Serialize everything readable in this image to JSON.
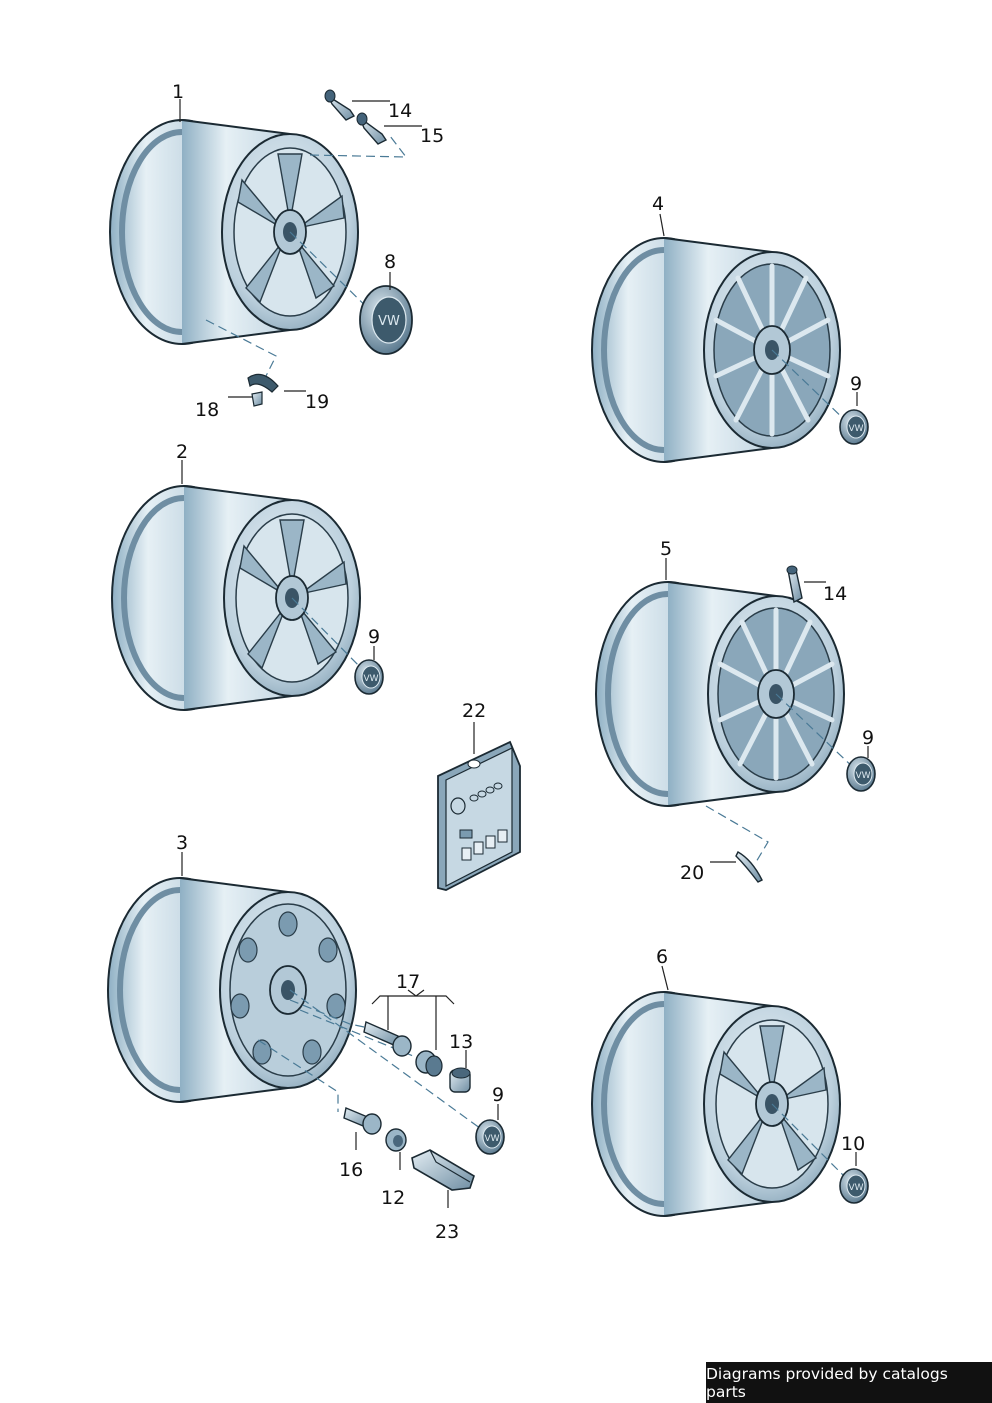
{
  "callouts": {
    "c1": "1",
    "c2": "2",
    "c3": "3",
    "c4": "4",
    "c5": "5",
    "c6": "6",
    "c8": "8",
    "c9a": "9",
    "c9b": "9",
    "c9c": "9",
    "c9d": "9",
    "c10": "10",
    "c12": "12",
    "c13": "13",
    "c14a": "14",
    "c14b": "14",
    "c15": "15",
    "c16": "16",
    "c17": "17",
    "c18": "18",
    "c19": "19",
    "c20": "20",
    "c22": "22",
    "c23": "23"
  },
  "footer": {
    "text": "Diagrams provided by catalogs parts"
  },
  "colors": {
    "rim_light": "#dbe8ef",
    "rim_mid": "#b7cddb",
    "rim_dark": "#6f8ea3",
    "face": "#c9dae5",
    "outline": "#1b2a33",
    "footer_bg": "#111111",
    "footer_text": "#ffffff"
  },
  "icons": [
    "wheel-rim",
    "valve-stem",
    "hub-cap",
    "wheel-bolt",
    "balance-weight",
    "locking-bolt-set",
    "removal-tool"
  ]
}
